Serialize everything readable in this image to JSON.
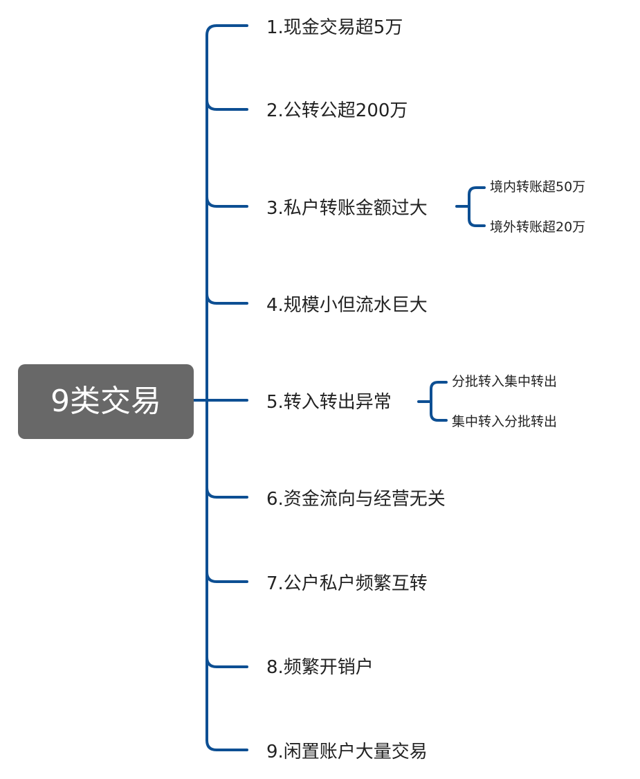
{
  "diagram": {
    "root": "9类交易",
    "branches": [
      {
        "label": "1.现金交易超5万",
        "children": []
      },
      {
        "label": "2.公转公超200万",
        "children": []
      },
      {
        "label": "3.私户转账金额过大",
        "children": [
          "境内转账超50万",
          "境外转账超20万"
        ]
      },
      {
        "label": "4.规模小但流水巨大",
        "children": []
      },
      {
        "label": "5.转入转出异常",
        "children": [
          "分批转入集中转出",
          "集中转入分批转出"
        ]
      },
      {
        "label": "6.资金流向与经营无关",
        "children": []
      },
      {
        "label": "7.公户私户频繁互转",
        "children": []
      },
      {
        "label": "8.频繁开销户",
        "children": []
      },
      {
        "label": "9.闲置账户大量交易",
        "children": []
      }
    ]
  },
  "colors": {
    "line": "#0d4f93",
    "root_fill": "#686868",
    "root_text": "#ffffff",
    "text": "#222222"
  }
}
